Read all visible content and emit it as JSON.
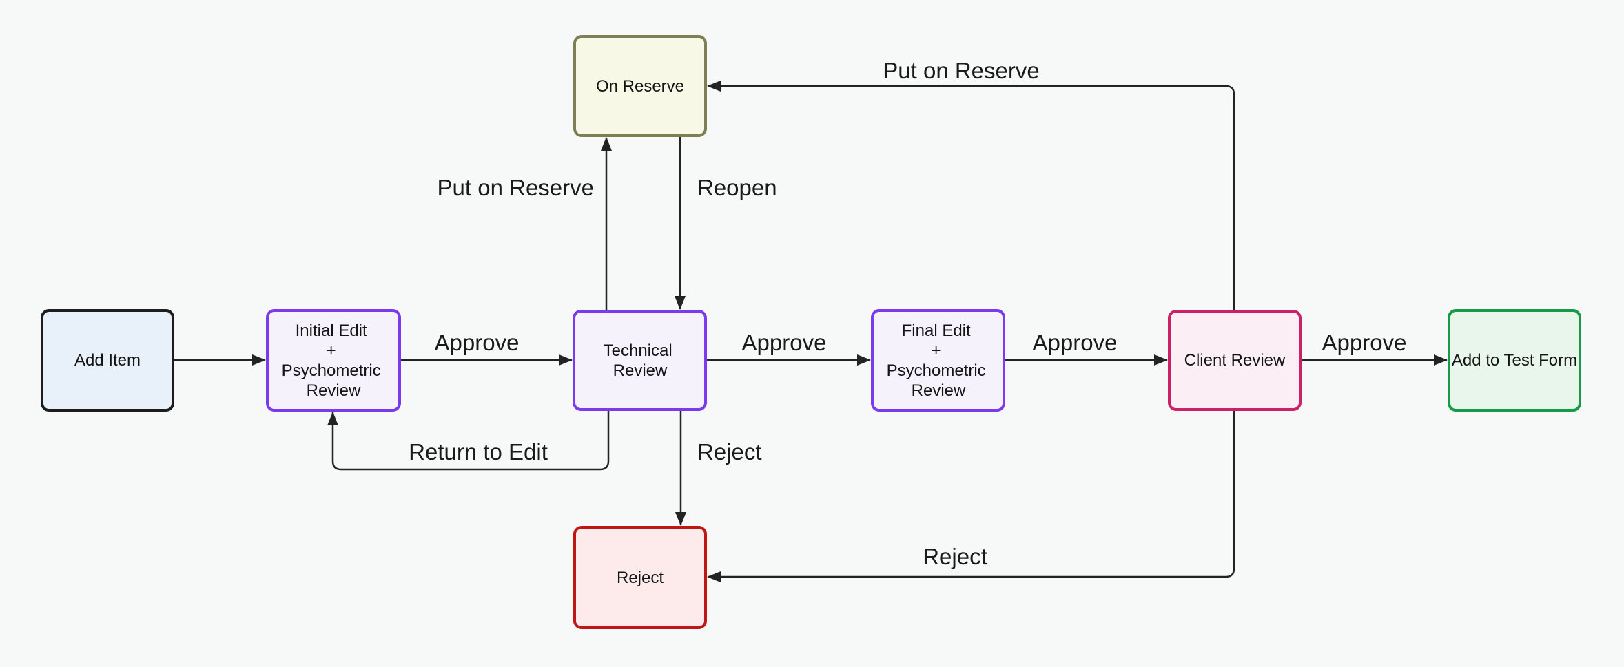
{
  "colors": {
    "background": "#f7f8f8",
    "line": "#232323",
    "text": "#141414"
  },
  "nodes": {
    "add_item": {
      "lines": [
        "Add Item"
      ],
      "fill": "#e8f1fa",
      "border": "#1d1d1d"
    },
    "initial_edit": {
      "lines": [
        "Initial Edit",
        "+",
        "Psychometric",
        "Review"
      ],
      "fill": "#f5f2fc",
      "border": "#7b3aeb"
    },
    "technical_review": {
      "lines": [
        "Technical",
        "Review"
      ],
      "fill": "#f5f2fc",
      "border": "#7b3aeb"
    },
    "final_edit": {
      "lines": [
        "Final Edit",
        "+",
        "Psychometric",
        "Review"
      ],
      "fill": "#f5f2fc",
      "border": "#7b3aeb"
    },
    "client_review": {
      "lines": [
        "Client Review"
      ],
      "fill": "#fbeef5",
      "border": "#cb2167"
    },
    "add_to_test_form": {
      "lines": [
        "Add to Test Form"
      ],
      "fill": "#e9f6ec",
      "border": "#189a48"
    },
    "on_reserve": {
      "lines": [
        "On Reserve"
      ],
      "fill": "#f8f8e7",
      "border": "#7f7f55"
    },
    "reject": {
      "lines": [
        "Reject"
      ],
      "fill": "#fcebea",
      "border": "#c01616"
    }
  },
  "edges": {
    "add_item_to_initial_edit": {
      "from": "Add Item",
      "to": "Initial Edit + Psychometric Review",
      "label": ""
    },
    "initial_edit_to_technical_review": {
      "from": "Initial Edit + Psychometric Review",
      "to": "Technical Review",
      "label": "Approve"
    },
    "technical_review_to_final_edit": {
      "from": "Technical Review",
      "to": "Final Edit + Psychometric Review",
      "label": "Approve"
    },
    "final_edit_to_client_review": {
      "from": "Final Edit + Psychometric Review",
      "to": "Client Review",
      "label": "Approve"
    },
    "client_review_to_add_to_test_form": {
      "from": "Client Review",
      "to": "Add to Test Form",
      "label": "Approve"
    },
    "technical_review_to_on_reserve": {
      "from": "Technical Review",
      "to": "On Reserve",
      "label": "Put on Reserve"
    },
    "on_reserve_to_technical_review": {
      "from": "On Reserve",
      "to": "Technical Review",
      "label": "Reopen"
    },
    "technical_review_to_initial_edit": {
      "from": "Technical Review",
      "to": "Initial Edit + Psychometric Review",
      "label": "Return to Edit"
    },
    "technical_review_to_reject": {
      "from": "Technical Review",
      "to": "Reject",
      "label": "Reject"
    },
    "client_review_to_on_reserve": {
      "from": "Client Review",
      "to": "On Reserve",
      "label": "Put on Reserve"
    },
    "client_review_to_reject": {
      "from": "Client Review",
      "to": "Reject",
      "label": "Reject"
    }
  }
}
